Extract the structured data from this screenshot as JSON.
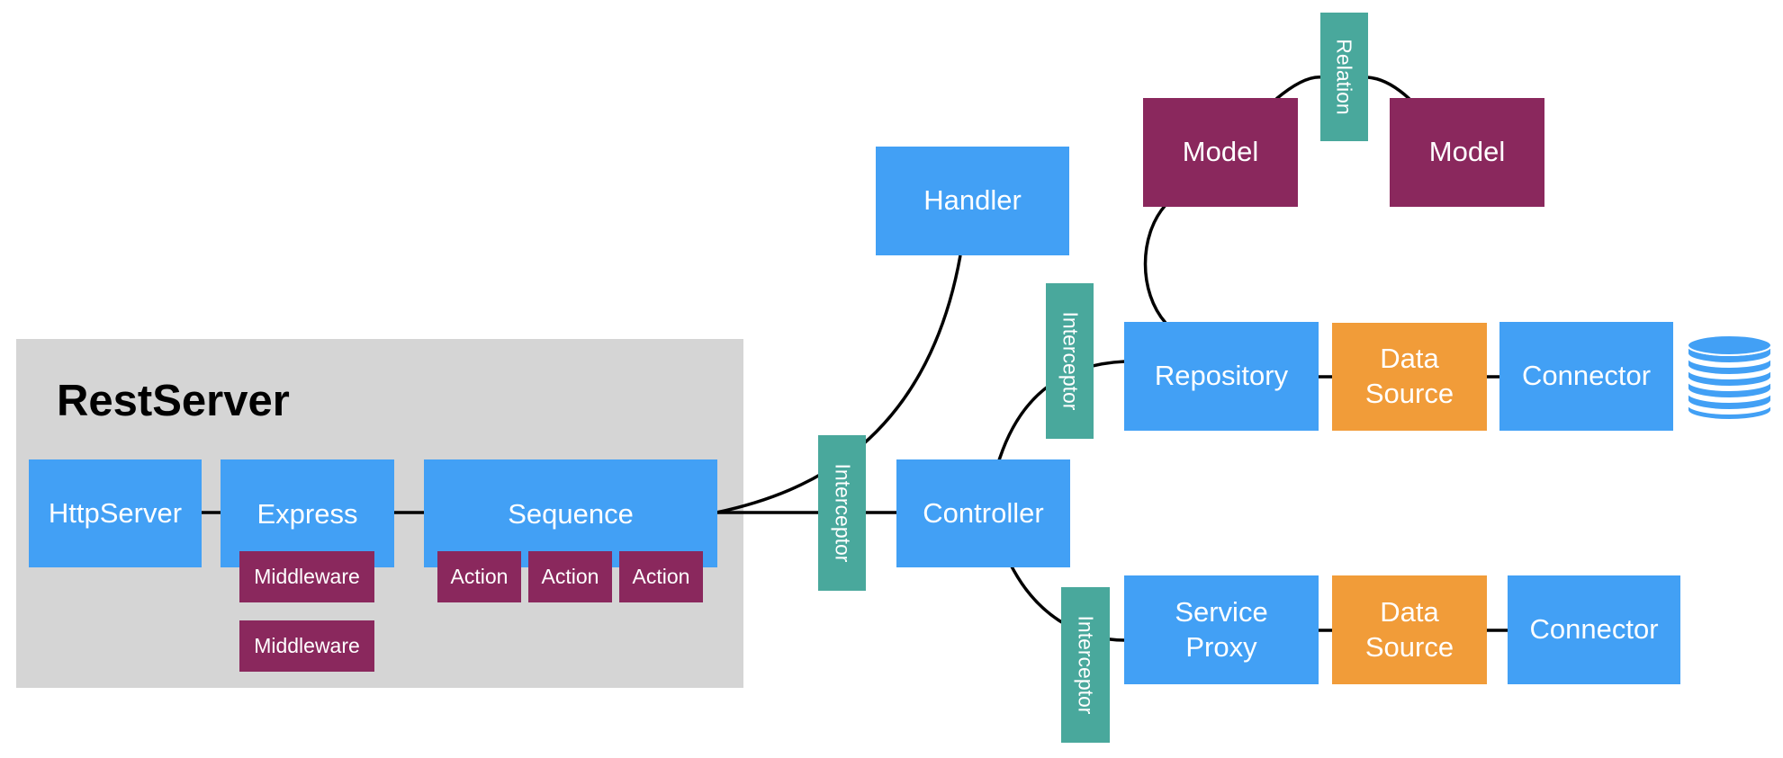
{
  "diagram": {
    "rest_server": {
      "title": "RestServer"
    },
    "nodes": {
      "http_server": "HttpServer",
      "express": "Express",
      "middleware": [
        "Middleware",
        "Middleware"
      ],
      "sequence": "Sequence",
      "actions": [
        "Action",
        "Action",
        "Action"
      ],
      "interceptor_main": "Interceptor",
      "handler": "Handler",
      "controller": "Controller",
      "interceptor_repository": "Interceptor",
      "interceptor_service": "Interceptor",
      "relation": "Relation",
      "model_left": "Model",
      "model_right": "Model",
      "repository": "Repository",
      "data_source_top": "Data Source",
      "connector_top": "Connector",
      "service_proxy": "Service Proxy",
      "data_source_bottom": "Data Source",
      "connector_bottom": "Connector"
    },
    "colors": {
      "component": "#42a0f5",
      "model": "#8a285d",
      "data_source": "#f19c39",
      "interceptor": "#49a89c",
      "region": "#d5d5d5",
      "database": "#42a0f5"
    },
    "icons": {
      "database": "database-icon"
    }
  }
}
